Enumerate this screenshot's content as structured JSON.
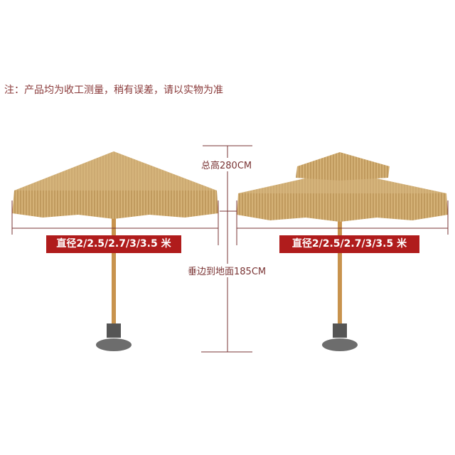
{
  "note": "注：产品均为收工测量，稍有误差，请以实物为准",
  "total_height_label": "总高280CM",
  "fringe_to_ground_label": "垂边到地面185CM",
  "umbrellas": [
    {
      "name": "single-tier",
      "diameter_label": "直径2/2.5/2.7/3/3.5 米"
    },
    {
      "name": "double-tier",
      "diameter_label": "直径2/2.5/2.7/3/3.5 米"
    }
  ],
  "colors": {
    "thatch": "#c9a56a",
    "dimension_line": "#7a3434",
    "label_bg": "#b01c1c"
  }
}
